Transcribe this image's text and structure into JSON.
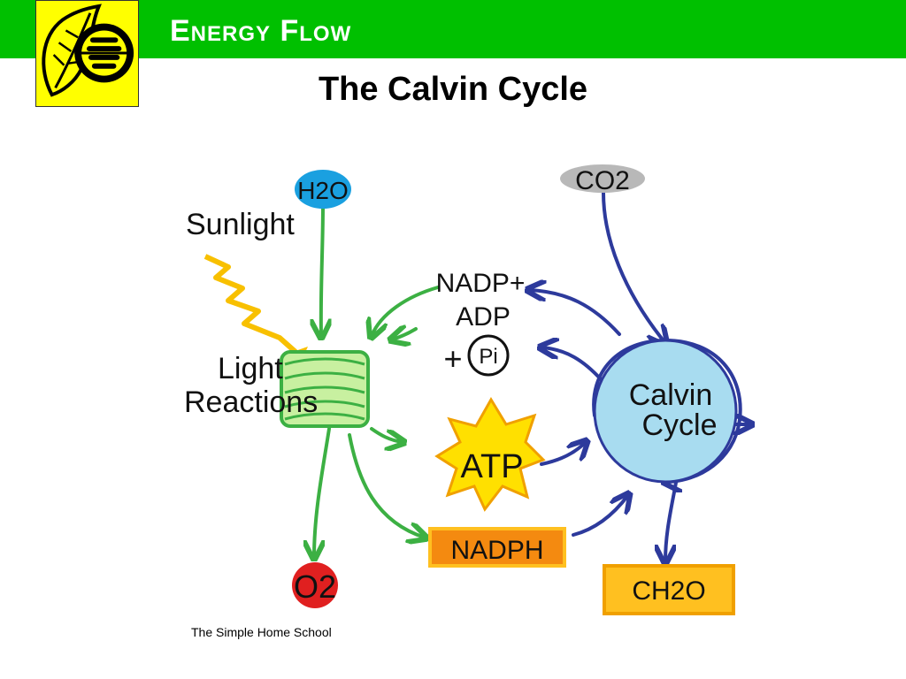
{
  "header": {
    "title": "Energy Flow",
    "bar_color": "#00c000",
    "logo_icon": "leaf-logo-icon",
    "logo_bg": "#ffff00"
  },
  "slide": {
    "subtitle": "The Calvin Cycle",
    "credit": "The Simple Home School"
  },
  "diagram": {
    "nodes": {
      "h2o": "H2O",
      "co2": "CO2",
      "sunlight": "Sunlight",
      "light_reactions_line1": "Light",
      "light_reactions_line2": "Reactions",
      "nadp_plus": "NADP+",
      "adp": "ADP",
      "plus": "+",
      "pi": "Pi",
      "atp": "ATP",
      "nadph": "NADPH",
      "o2": "O2",
      "calvin_line1": "Calvin",
      "calvin_line2": "Cycle",
      "ch2o": "CH2O"
    },
    "colors": {
      "light_arrow": "#3cb043",
      "calvin_arrow": "#2d3a9c",
      "h2o_fill": "#1aa0e0",
      "co2_fill": "#b8b8b8",
      "o2_fill": "#e02020",
      "calvin_fill": "#a8dcf0",
      "atp_fill": "#ffe000",
      "nadph_fill": "#f48a10",
      "ch2o_fill": "#ffc020",
      "sunlight_ray": "#f8c000",
      "chloroplast_fill": "#c8f0a0"
    }
  }
}
